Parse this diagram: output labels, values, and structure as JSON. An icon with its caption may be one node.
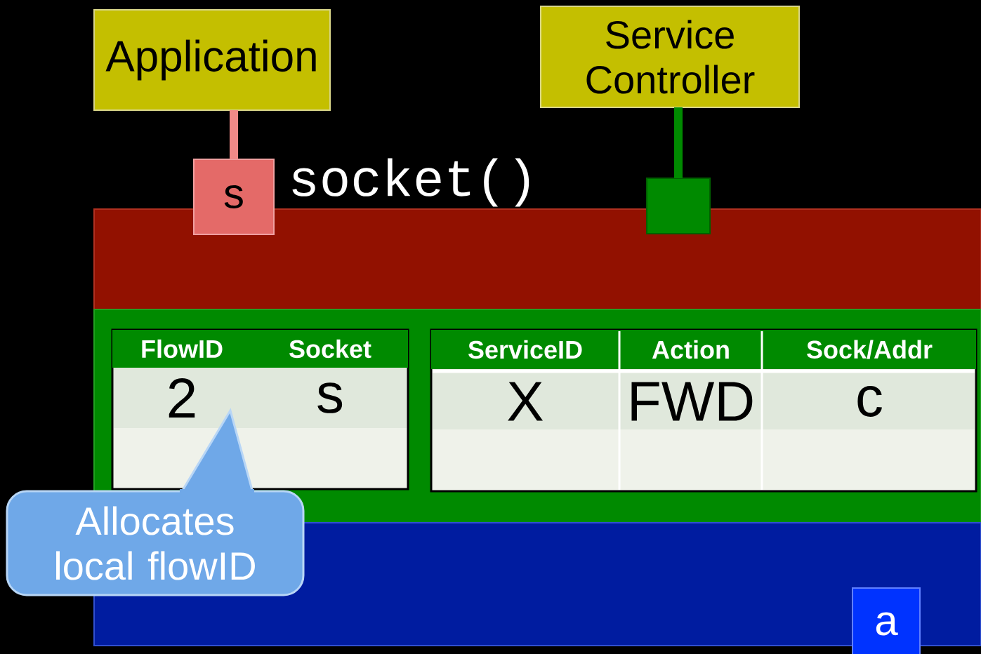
{
  "diagram": {
    "nodes": [
      {
        "text": [
          "Application"
        ]
      },
      {
        "text": [
          "Service Controller"
        ]
      },
      {
        "text": [
          "s"
        ],
        "beside": [
          "socket()"
        ]
      },
      {
        "text": [],
        "shape": "box"
      },
      {
        "text": [],
        "shape": "box"
      },
      {
        "text": [],
        "shape": "box"
      },
      {
        "text": [
          "FlowID",
          "Socket",
          "2",
          "s"
        ],
        "in": 5
      },
      {
        "text": [
          "ServiceID",
          "Action",
          "Sock/Addr",
          "X",
          "FWD",
          "c"
        ],
        "in": 5
      },
      {
        "text": [
          "Allocates local flowID"
        ]
      },
      {
        "text": [],
        "shape": "box"
      },
      {
        "text": [
          "a"
        ],
        "in": 9
      }
    ],
    "edges": [
      {
        "from": 0,
        "to": 2,
        "arrow": "none",
        "color": "#f08a88"
      },
      {
        "from": 1,
        "to": 3,
        "arrow": "none",
        "color": "#008a00"
      }
    ]
  }
}
